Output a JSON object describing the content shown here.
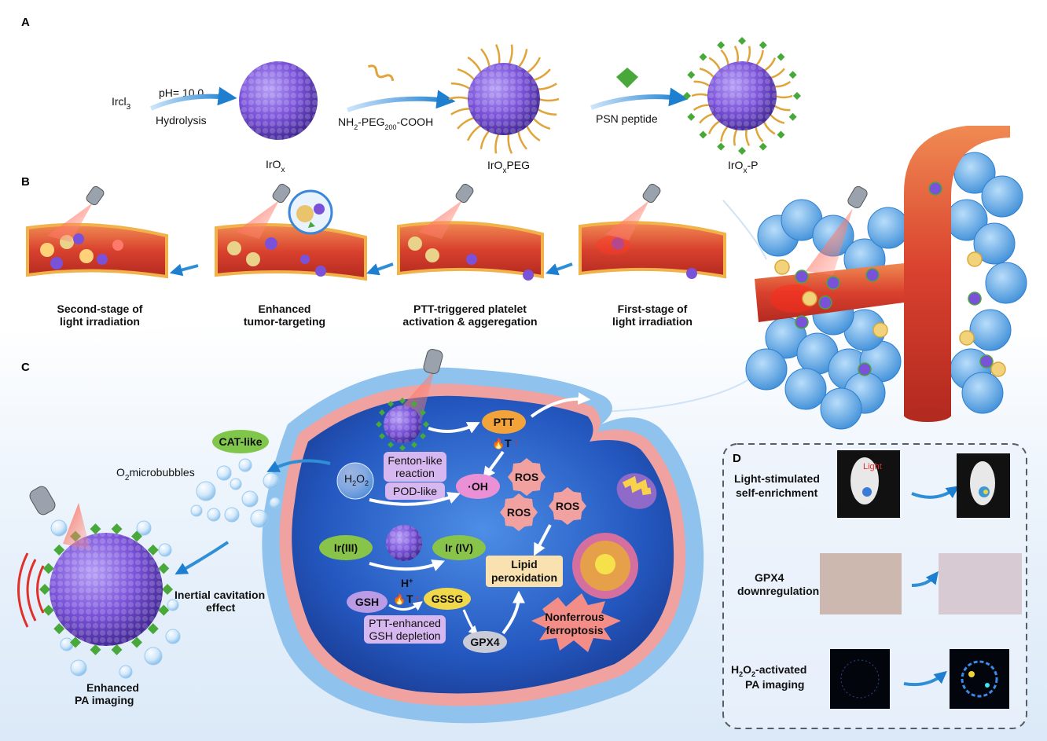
{
  "panels": {
    "a": "A",
    "b": "B",
    "c": "C",
    "d": "D"
  },
  "panel_a": {
    "precursor": "Ircl",
    "precursor_sub": "3",
    "step1_top": "pH= 10.0",
    "step1_bottom": "Hydrolysis",
    "step2_a": "NH",
    "step2_a_sub": "2",
    "step2_b": "-PEG",
    "step2_b_sub": "200",
    "step2_c": "-COOH",
    "step3": "PSN peptide",
    "product1": "IrO",
    "product1_sub": "x",
    "product2_a": "IrO",
    "product2_sub": "x",
    "product2_b": "PEG",
    "product3_a": "IrO",
    "product3_sub": "x",
    "product3_b": "-P"
  },
  "panel_b": {
    "stages": [
      {
        "line1": "Second-stage of",
        "line2": "light irradiation"
      },
      {
        "line1": "Enhanced",
        "line2": "tumor-targeting"
      },
      {
        "line1": "PTT-triggered platelet",
        "line2": "activation & aggeregation"
      },
      {
        "line1": "First-stage of",
        "line2": "light irradiation"
      }
    ]
  },
  "panel_c": {
    "cat_like": "CAT-like",
    "o2_a": "O",
    "o2_sub": "2",
    "o2_b": "microbubbles",
    "cavitation_1": "Inertial cavitation",
    "cavitation_2": "effect",
    "pa_1": "Enhanced",
    "pa_2": "PA imaging",
    "ptt": "PTT",
    "temp": "T",
    "fenton_1": "Fenton-like",
    "fenton_2": "reaction",
    "pod": "POD-like",
    "h2o2_a": "H",
    "h2o2_sub1": "2",
    "h2o2_b": "O",
    "h2o2_sub2": "2",
    "oh": "·OH",
    "ros": "ROS",
    "ir3": "Ir(III)",
    "ir4": "Ir (IV)",
    "hplus": "H",
    "hplus_sup": "+",
    "gsh": "GSH",
    "gssg": "GSSG",
    "gsh_dep_1": "PTT-enhanced",
    "gsh_dep_2": "GSH depletion",
    "gpx4": "GPX4",
    "lipid_1": "Lipid",
    "lipid_2": "peroxidation",
    "ferro_1": "Nonferrous",
    "ferro_2": "ferroptosis"
  },
  "panel_d": {
    "row1_1": "Light-stimulated",
    "row1_2": "self-enrichment",
    "light_tag": "Light",
    "row2_1": "GPX4",
    "row2_2": "downregulation",
    "row3_a": "H",
    "row3_sub1": "2",
    "row3_b": "O",
    "row3_sub2": "2",
    "row3_c": "-activated",
    "row3_2": "PA imaging"
  },
  "colors": {
    "nanoparticle": "#7a52d9",
    "arrow": "#2f8fd6",
    "vessel": "#d9412e",
    "tumor_cell": "#6fb3ea",
    "cell_interior": "#2a5fc4",
    "peptide": "#49a83a"
  }
}
